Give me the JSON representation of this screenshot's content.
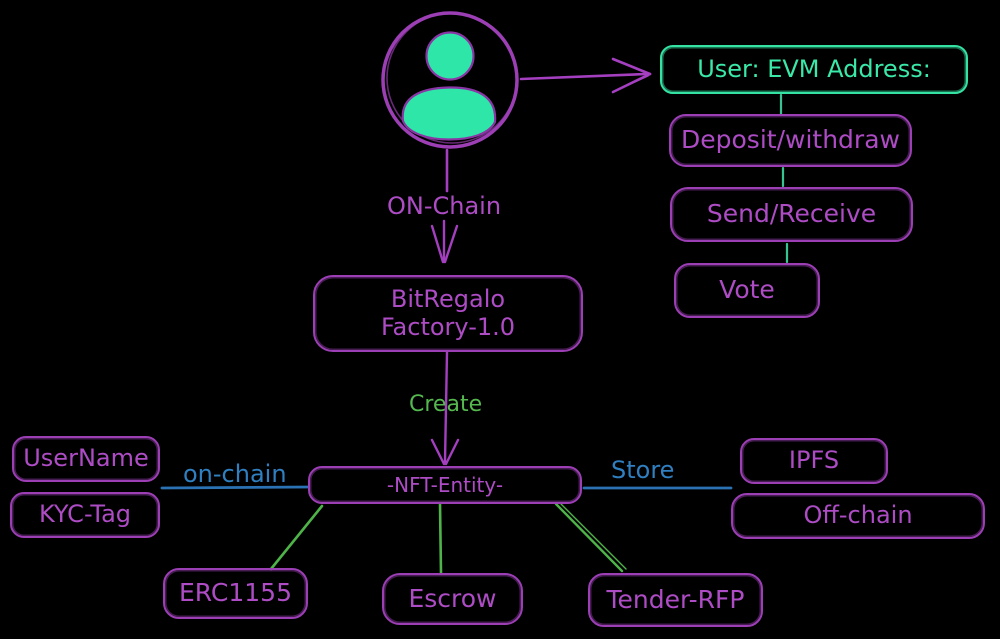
{
  "canvas": {
    "background": "#000000"
  },
  "colors": {
    "node_purple": "#ad4cc4",
    "node_purple_border": "#9c3fb5",
    "spring_green": "#34e3a4",
    "edge_green": "#4eb449",
    "connector_teal_green": "#37c493",
    "edge_blue": "#2f7fc1"
  },
  "nodes": {
    "user_evm": {
      "label": "User: EVM Address:"
    },
    "deposit": {
      "label": "Deposit/withdraw"
    },
    "send_receive": {
      "label": "Send/Receive"
    },
    "vote": {
      "label": "Vote"
    },
    "factory": {
      "line1": "BitRegalo",
      "line2": "Factory-1.0"
    },
    "nft_entity": {
      "label": "-NFT-Entity-"
    },
    "username": {
      "label": "UserName"
    },
    "kyc_tag": {
      "label": "KYC-Tag"
    },
    "ipfs": {
      "label": "IPFS"
    },
    "off_chain": {
      "label": "Off-chain"
    },
    "erc1155": {
      "label": "ERC1155"
    },
    "escrow": {
      "label": "Escrow"
    },
    "tender_rfp": {
      "label": "Tender-RFP"
    }
  },
  "edge_labels": {
    "on_chain_vertical": "ON-Chain",
    "create": "Create",
    "on_chain_horizontal": "on-chain",
    "store": "Store"
  }
}
